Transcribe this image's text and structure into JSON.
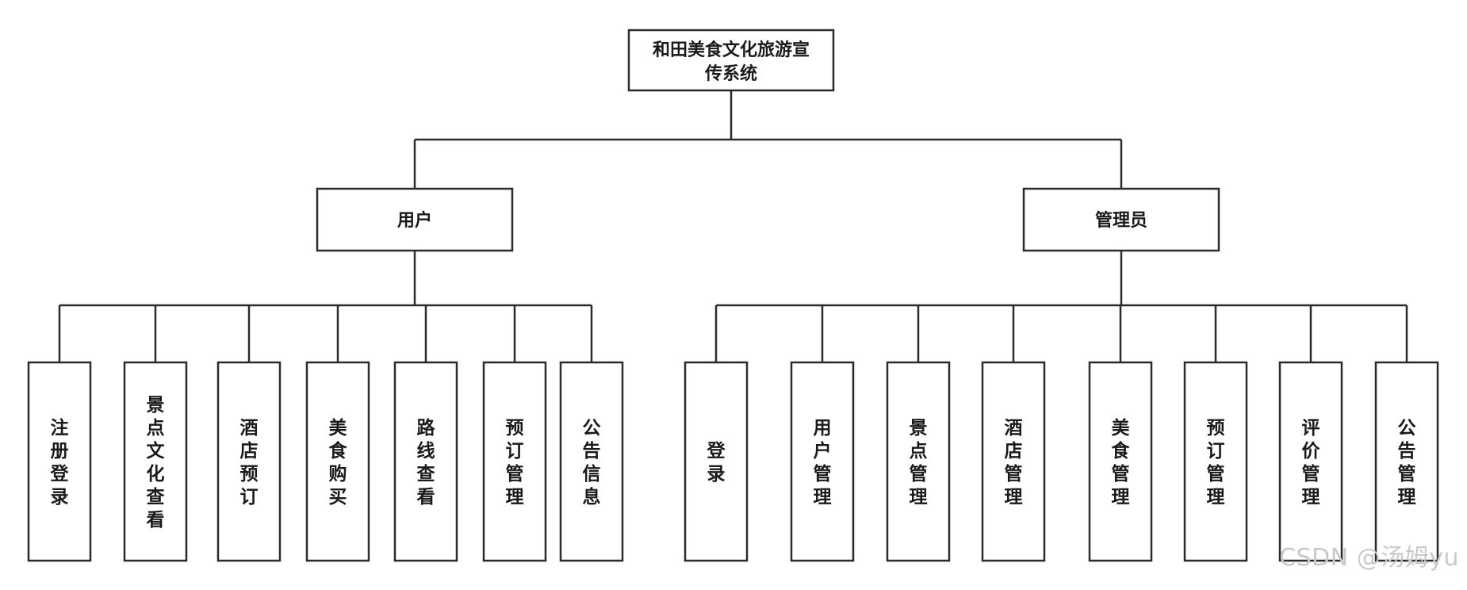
{
  "root": {
    "label_lines": [
      "和田美食文化旅游宣",
      "传系统"
    ]
  },
  "branches": [
    {
      "label": "用户",
      "children": [
        "注册登录",
        "景点文化查看",
        "酒店预订",
        "美食购买",
        "路线查看",
        "预订管理",
        "公告信息"
      ]
    },
    {
      "label": "管理员",
      "children": [
        "登录",
        "用户管理",
        "景点管理",
        "酒店管理",
        "美食管理",
        "预订管理",
        "评价管理",
        "公告管理"
      ]
    }
  ],
  "watermark": "CSDN @汤姆yu",
  "colors": {
    "stroke": "#2b2b2b",
    "text": "#1a1a1a",
    "watermark": "#c9c9c9"
  }
}
